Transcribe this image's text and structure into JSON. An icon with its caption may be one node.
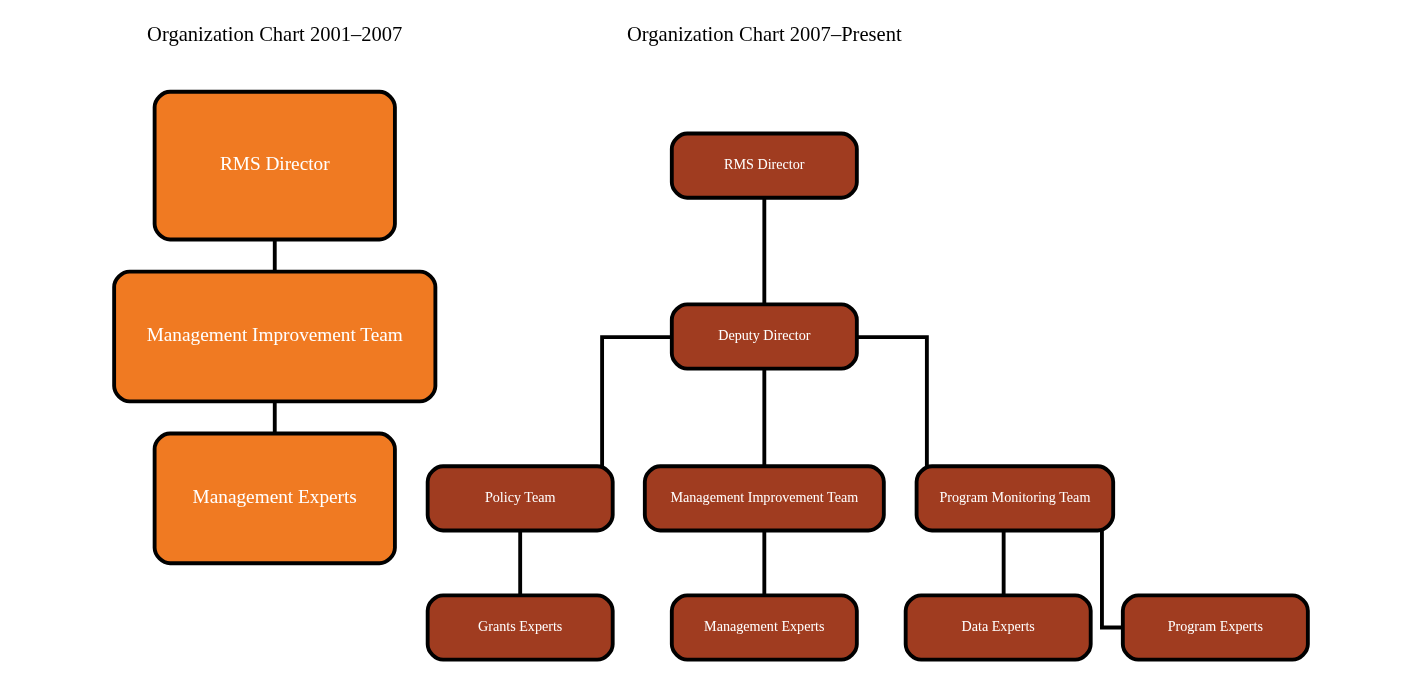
{
  "diagram": {
    "nodes": [
      {
        "text": [
          "RMS Director"
        ]
      },
      {
        "text": [
          "Management Improvement Team"
        ]
      },
      {
        "text": [
          "Management Experts"
        ]
      },
      {
        "text": [
          "RMS Director"
        ]
      },
      {
        "text": [
          "Deputy Director"
        ]
      },
      {
        "text": [
          "Policy Team"
        ]
      },
      {
        "text": [
          "Management Improvement Team"
        ]
      },
      {
        "text": [
          "Program Monitoring Team"
        ]
      },
      {
        "text": [
          "Grants Experts"
        ]
      },
      {
        "text": [
          "Management Experts"
        ]
      },
      {
        "text": [
          "Data Experts"
        ]
      },
      {
        "text": [
          "Program Experts"
        ]
      }
    ],
    "edges": [
      {
        "from": 0,
        "to": 1,
        "arrow": "none"
      },
      {
        "from": 1,
        "to": 2,
        "arrow": "none"
      },
      {
        "from": 3,
        "to": 4,
        "arrow": "none"
      },
      {
        "from": 4,
        "to": 5,
        "arrow": "none"
      },
      {
        "from": 4,
        "to": 6,
        "arrow": "none"
      },
      {
        "from": 4,
        "to": 7,
        "arrow": "none"
      },
      {
        "from": 5,
        "to": 8,
        "arrow": "none"
      },
      {
        "from": 6,
        "to": 9,
        "arrow": "none"
      },
      {
        "from": 7,
        "to": 10,
        "arrow": "none"
      },
      {
        "from": 7,
        "to": 11,
        "arrow": "none"
      }
    ],
    "labels": [
      "Organization Chart 2001–2007",
      "Organization Chart 2007–Present"
    ]
  }
}
